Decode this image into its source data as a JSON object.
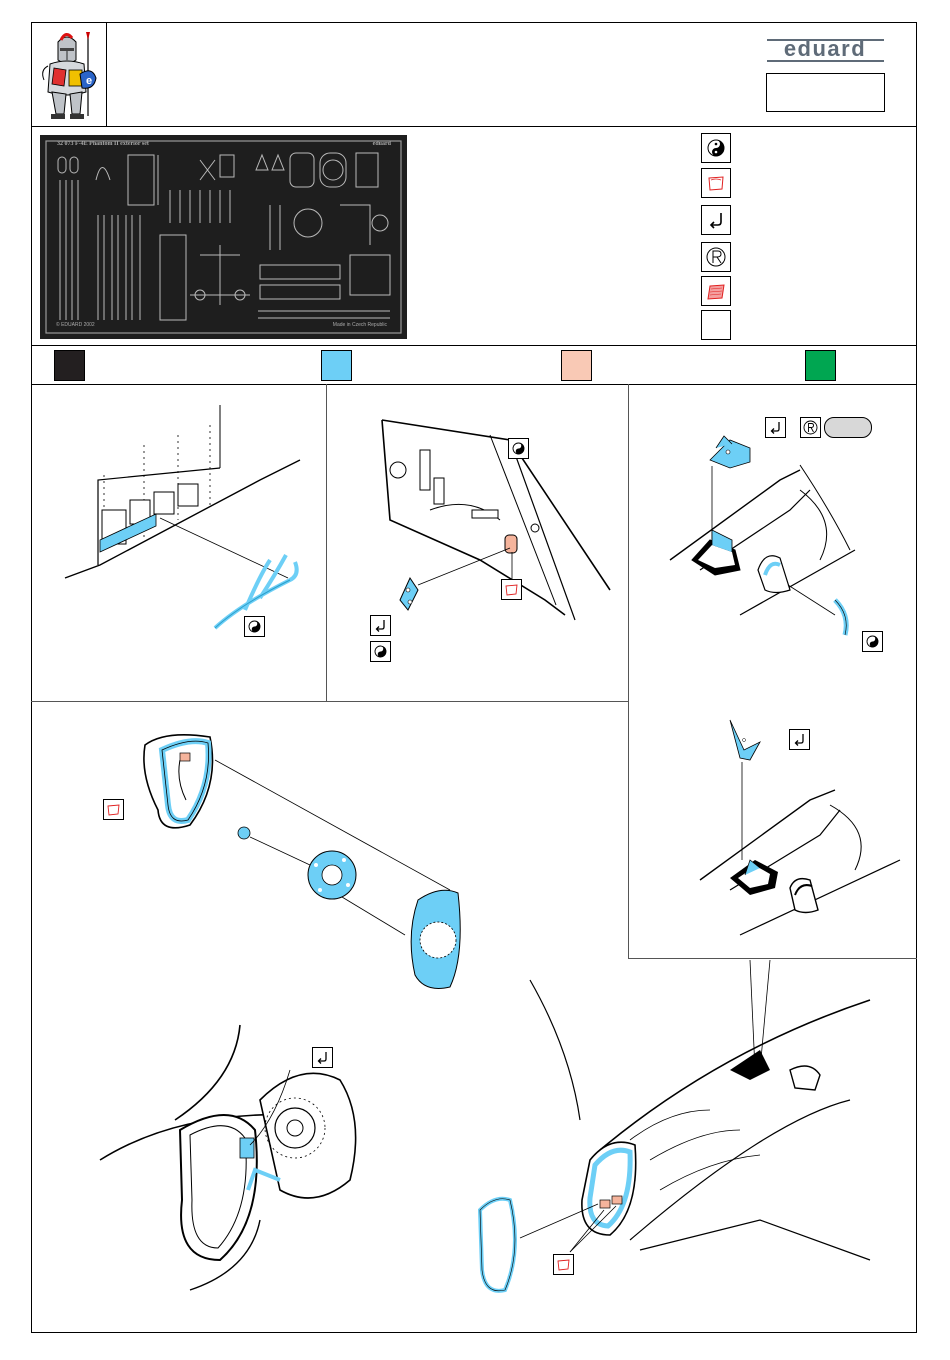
{
  "brand": {
    "logo_text": "eduard"
  },
  "fret": {
    "title": "32 073  F-4E Phantom II exterior set",
    "brand_mark": "eduard",
    "copyright": "© EDUARD 2002",
    "made_in": "Made in Czech Republic"
  },
  "legend_symbols": [
    "yin-yang-symbol",
    "parchment-symbol",
    "bend-symbol",
    "resin-symbol",
    "film-symbol",
    "blank-symbol"
  ],
  "color_swatches": [
    {
      "name": "black",
      "hex": "#231f20"
    },
    {
      "name": "light-blue",
      "hex": "#6dcff6"
    },
    {
      "name": "skin-pink",
      "hex": "#f9c9b5"
    },
    {
      "name": "green",
      "hex": "#00a651"
    }
  ],
  "colors": {
    "pe_part_blue": "#6dcff6",
    "part_pink": "#f5b49c",
    "outline": "#000000",
    "brand_grey": "#5f6b78",
    "warning_red": "#e02020"
  }
}
